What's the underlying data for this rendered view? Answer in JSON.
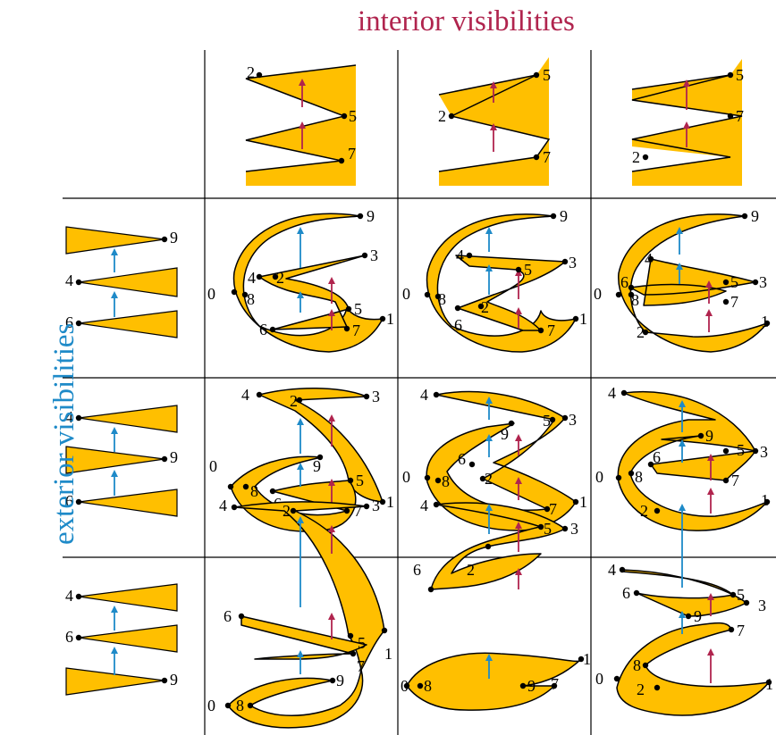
{
  "interior_title": "interior visibilities",
  "exterior_title": "exterior visibilities",
  "colors": {
    "fill": "#ffbf00",
    "outline": "#000000",
    "interior_arrow": "#b0244e",
    "exterior_arrow": "#1e8ac8",
    "grid": "#000000"
  },
  "header_columns": [
    {
      "labels": [
        "2",
        "5",
        "7"
      ]
    },
    {
      "labels": [
        "2",
        "5",
        "7"
      ]
    },
    {
      "labels": [
        "5",
        "7",
        "2"
      ]
    }
  ],
  "header_rows": [
    {
      "labels": [
        "9",
        "4",
        "6"
      ]
    },
    {
      "labels": [
        "4",
        "9",
        "6"
      ]
    },
    {
      "labels": [
        "4",
        "6",
        "9"
      ]
    }
  ],
  "cells": [
    [
      {
        "labels": [
          "9",
          "3",
          "4",
          "2",
          "0",
          "8",
          "5",
          "6",
          "7",
          "1"
        ]
      },
      {
        "labels": [
          "9",
          "4",
          "3",
          "5",
          "0",
          "8",
          "2",
          "6",
          "7",
          "1"
        ]
      },
      {
        "labels": [
          "9",
          "4",
          "6",
          "8",
          "5",
          "3",
          "0",
          "7",
          "2",
          "1"
        ]
      }
    ],
    [
      {
        "labels": [
          "4",
          "2",
          "3",
          "0",
          "9",
          "5",
          "8",
          "6",
          "7",
          "1"
        ]
      },
      {
        "labels": [
          "4",
          "5",
          "3",
          "9",
          "6",
          "0",
          "8",
          "2",
          "7",
          "1"
        ]
      },
      {
        "labels": [
          "4",
          "9",
          "6",
          "8",
          "0",
          "5",
          "3",
          "7",
          "2",
          "1"
        ]
      }
    ],
    [
      {
        "labels": [
          "4",
          "2",
          "3",
          "6",
          "5",
          "7",
          "1",
          "9",
          "0",
          "8"
        ]
      },
      {
        "labels": [
          "4",
          "5",
          "3",
          "6",
          "2",
          "7",
          "1",
          "9",
          "0",
          "8"
        ]
      },
      {
        "labels": [
          "4",
          "6",
          "5",
          "3",
          "7",
          "9",
          "8",
          "0",
          "2",
          "1"
        ]
      }
    ]
  ]
}
